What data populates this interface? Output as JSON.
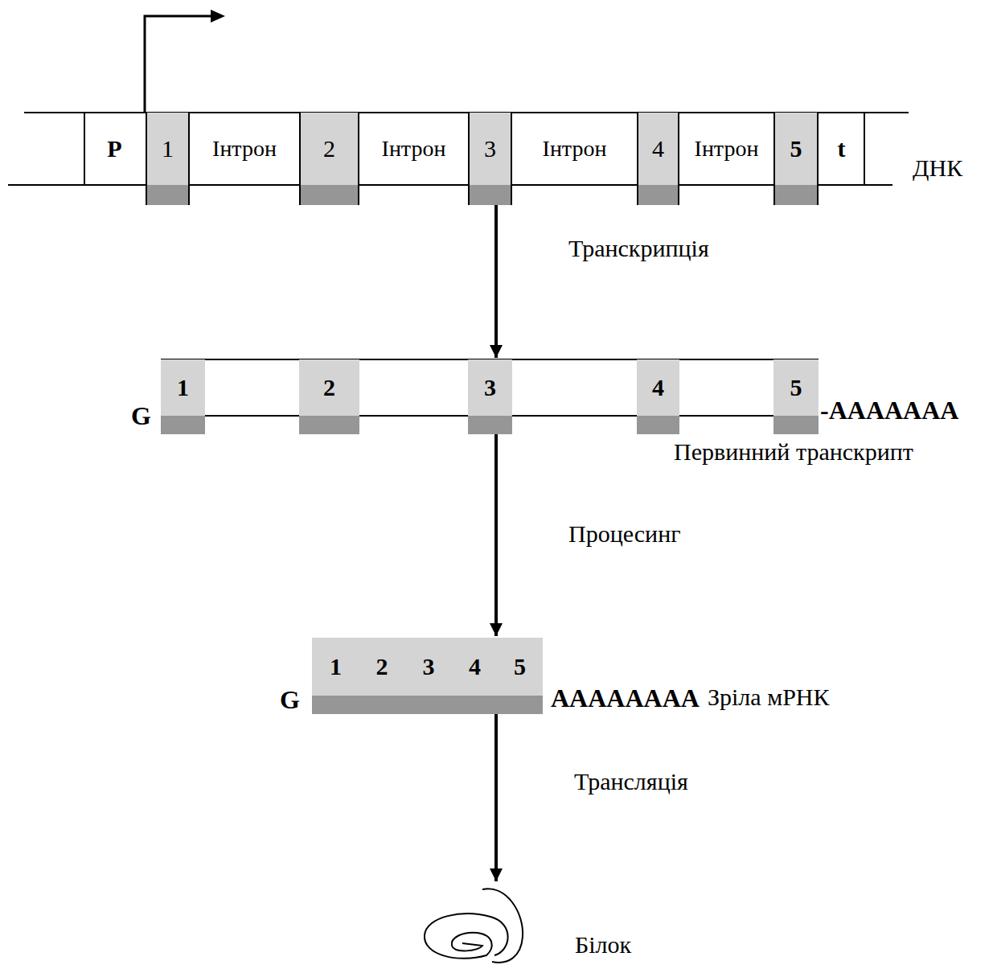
{
  "diagram": {
    "nodes": [
      {
        "text": [
          "ДНК"
        ]
      },
      {
        "text": [
          "P"
        ],
        "in": 0
      },
      {
        "text": [
          "1"
        ],
        "in": 0
      },
      {
        "text": [
          "Інтрон"
        ],
        "in": 0
      },
      {
        "text": [
          "2"
        ],
        "in": 0
      },
      {
        "text": [
          "Інтрон"
        ],
        "in": 0
      },
      {
        "text": [
          "3"
        ],
        "in": 0
      },
      {
        "text": [
          "Інтрон"
        ],
        "in": 0
      },
      {
        "text": [
          "4"
        ],
        "in": 0
      },
      {
        "text": [
          "Інтрон"
        ],
        "in": 0
      },
      {
        "text": [
          "5"
        ],
        "in": 0
      },
      {
        "text": [
          "t"
        ],
        "in": 0
      },
      {
        "text": [
          "Первинний транскрипт"
        ]
      },
      {
        "text": [
          "1"
        ],
        "in": 12
      },
      {
        "text": [
          "2"
        ],
        "in": 12
      },
      {
        "text": [
          "3"
        ],
        "in": 12
      },
      {
        "text": [
          "4"
        ],
        "in": 12
      },
      {
        "text": [
          "5"
        ],
        "in": 12
      },
      {
        "text": [
          "Зріла мРНК"
        ]
      },
      {
        "text": [
          "1"
        ],
        "in": 18
      },
      {
        "text": [
          "2"
        ],
        "in": 18
      },
      {
        "text": [
          "3"
        ],
        "in": 18
      },
      {
        "text": [
          "4"
        ],
        "in": 18
      },
      {
        "text": [
          "5"
        ],
        "in": 18
      },
      {
        "text": [
          "Білок"
        ]
      }
    ],
    "edges": [
      {
        "from": 0,
        "to": 12,
        "label": "Транскрипція",
        "arrow": "to"
      },
      {
        "from": 12,
        "to": 18,
        "label": "Процесинг",
        "arrow": "to"
      },
      {
        "from": 18,
        "to": 24,
        "label": "Трансляція",
        "arrow": "to"
      }
    ],
    "labels": [
      "G",
      "-AAAAAAA",
      "G",
      "AAAAAAAA"
    ]
  }
}
